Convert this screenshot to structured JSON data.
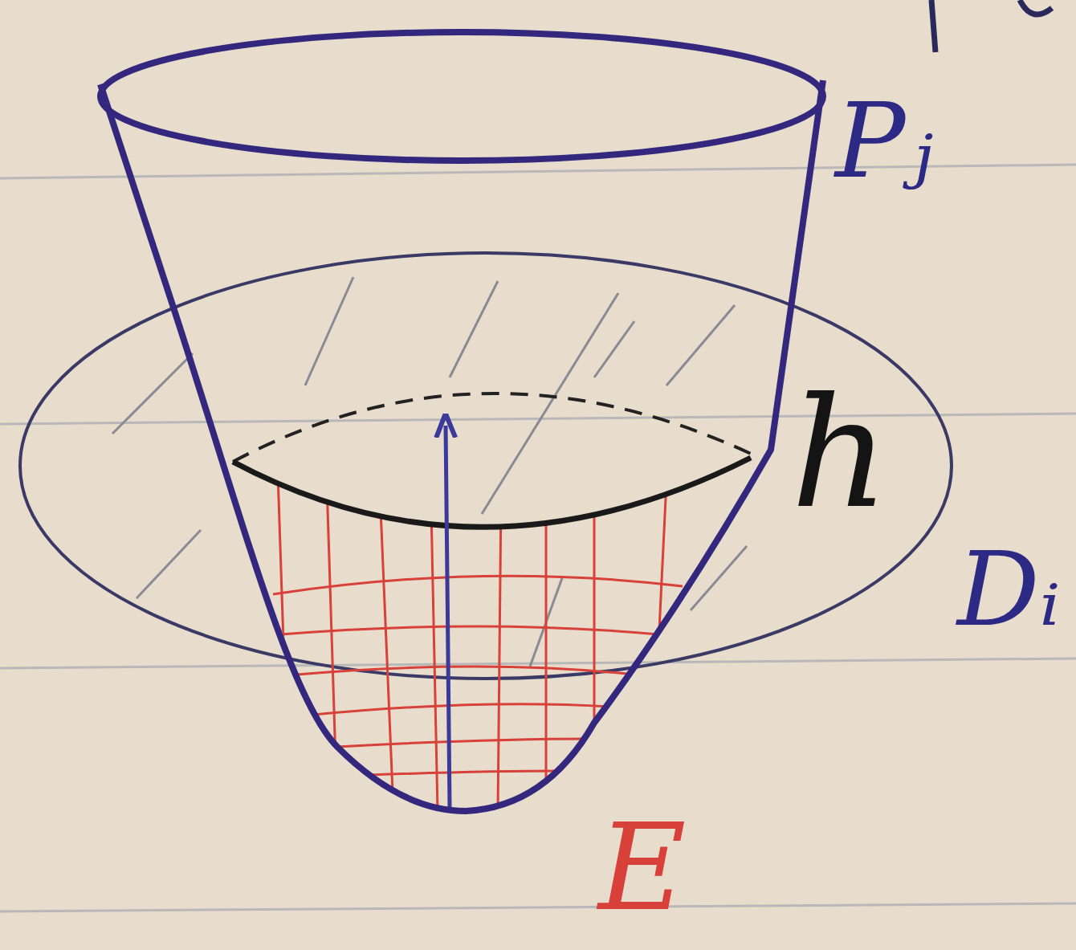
{
  "diagram": {
    "labels": [
      "Pⱼ",
      "h",
      "Dᵢ",
      "E"
    ]
  }
}
